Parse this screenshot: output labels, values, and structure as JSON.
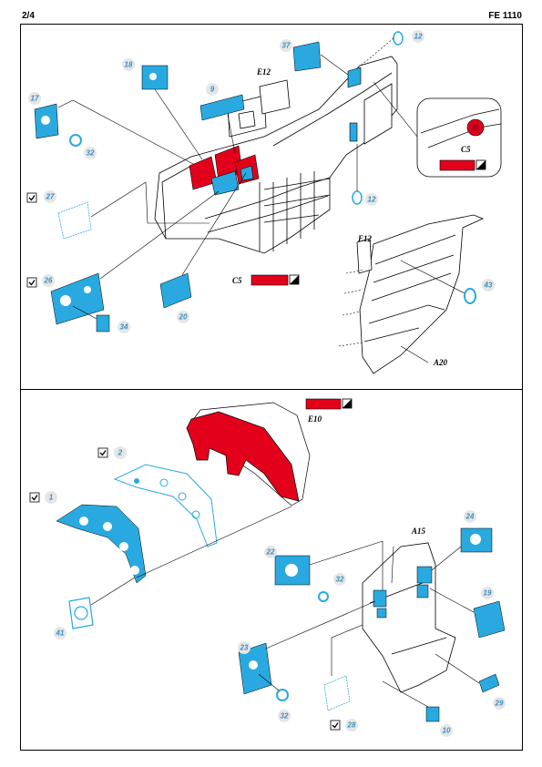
{
  "header": {
    "page": "2/4",
    "code": "FE 1110"
  },
  "colors": {
    "pe": "#29a9e0",
    "red": "#e3001b",
    "bubble": "#e6e6e6",
    "num": "#3a8fc0"
  },
  "labels": {
    "e12": "E12",
    "e12b": "E12",
    "a20": "A20",
    "c5": "C5",
    "c5b": "C5",
    "e10": "E10",
    "a15": "A15"
  },
  "parts": {
    "p37": "37",
    "p12a": "12",
    "p12b": "12",
    "p18": "18",
    "p9": "9",
    "p17": "17",
    "p32a": "32",
    "p27": "27",
    "p26": "26",
    "p34": "34",
    "p20": "20",
    "p43": "43",
    "p2": "2",
    "p1": "1",
    "p41": "41",
    "p22": "22",
    "p32b": "32",
    "p24": "24",
    "p19": "19",
    "p23": "23",
    "p32c": "32",
    "p28": "28",
    "p10": "10",
    "p29": "29"
  },
  "icons": [
    "fold-icon",
    "paint-swatch-icon",
    "bw-swatch-icon"
  ]
}
